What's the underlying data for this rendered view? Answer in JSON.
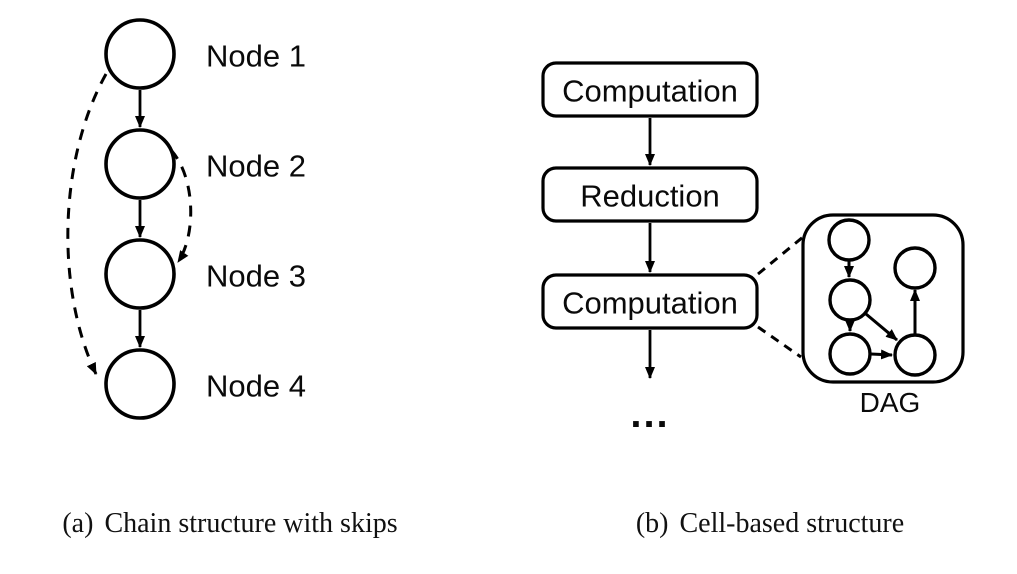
{
  "panel_a": {
    "caption_label": "(a)",
    "caption_text": "Chain structure with skips",
    "nodes": [
      {
        "label": "Node 1"
      },
      {
        "label": "Node 2"
      },
      {
        "label": "Node 3"
      },
      {
        "label": "Node 4"
      }
    ],
    "solid_edges": [
      "Node 1→Node 2",
      "Node 2→Node 3",
      "Node 3→Node 4"
    ],
    "skip_edges": [
      "Node 1→Node 4",
      "Node 2→Node 3"
    ]
  },
  "panel_b": {
    "caption_label": "(b)",
    "caption_text": "Cell-based structure",
    "boxes": [
      "Computation",
      "Reduction",
      "Computation"
    ],
    "ellipsis": "...",
    "dag_label": "DAG",
    "dag_node_count": 5
  },
  "colors": {
    "stroke": "#000000",
    "background": "#ffffff",
    "text": "#0a0a0a"
  }
}
